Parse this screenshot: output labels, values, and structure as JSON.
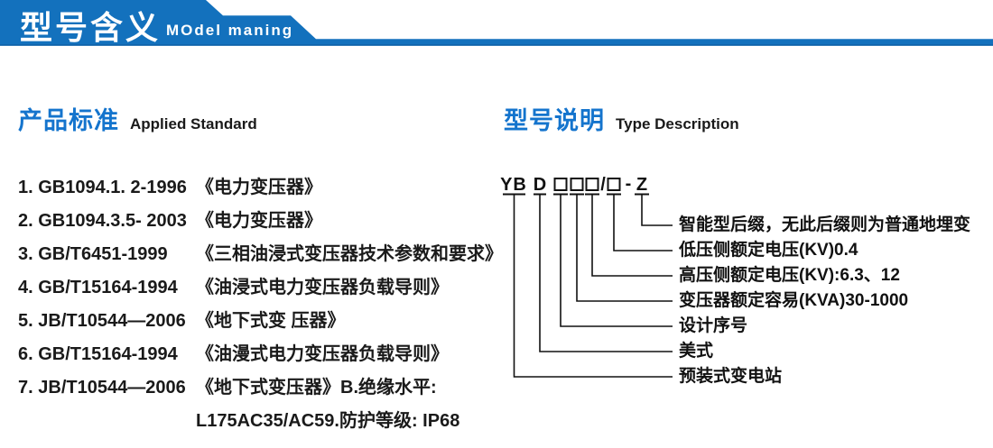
{
  "banner": {
    "title_zh": "型号含义",
    "title_en": "MOdel maning"
  },
  "sections": {
    "standards": {
      "heading_zh": "产品标准",
      "heading_en": "Applied Standard",
      "items": [
        {
          "no": "1.",
          "code": "GB1094.1. 2-1996",
          "title": "《电力变压器》"
        },
        {
          "no": "2.",
          "code": "GB1094.3.5- 2003",
          "title": "《电力变压器》"
        },
        {
          "no": "3.",
          "code": "GB/T6451-1999",
          "title": "《三相油浸式变压器技术参数和要求》"
        },
        {
          "no": "4.",
          "code": "GB/T15164-1994",
          "title": "《油浸式电力变压器负载导则》"
        },
        {
          "no": "5.",
          "code": "JB/T10544—2006",
          "title": "《地下式变 压器》"
        },
        {
          "no": "6.",
          "code": "GB/T15164-1994",
          "title": "《油漫式电力变压器负载导则》"
        },
        {
          "no": "7.",
          "code": "JB/T10544—2006",
          "title": "《地下式变压器》B.绝缘水平:"
        }
      ],
      "continuation": "L175AC35/AC59.防护等级: IP68"
    },
    "model": {
      "heading_zh": "型号说明",
      "heading_en": "Type Description",
      "code": {
        "prefix": "YB",
        "type_letter": "D",
        "slash": "/",
        "dash": "-",
        "suffix": "Z"
      },
      "labels": [
        "智能型后缀，无此后缀则为普通地埋变",
        "低压侧额定电压(KV)0.4",
        "高压侧额定电压(KV):6.3、12",
        "变压器额定容易(KVA)30-1000",
        "设计序号",
        "美式",
        "预装式变电站"
      ]
    }
  },
  "colors": {
    "banner_blue": "#1371bd",
    "banner_edge_blue": "#0d5fa6",
    "heading_blue": "#1474cd",
    "text_black": "#1a1a1a"
  }
}
